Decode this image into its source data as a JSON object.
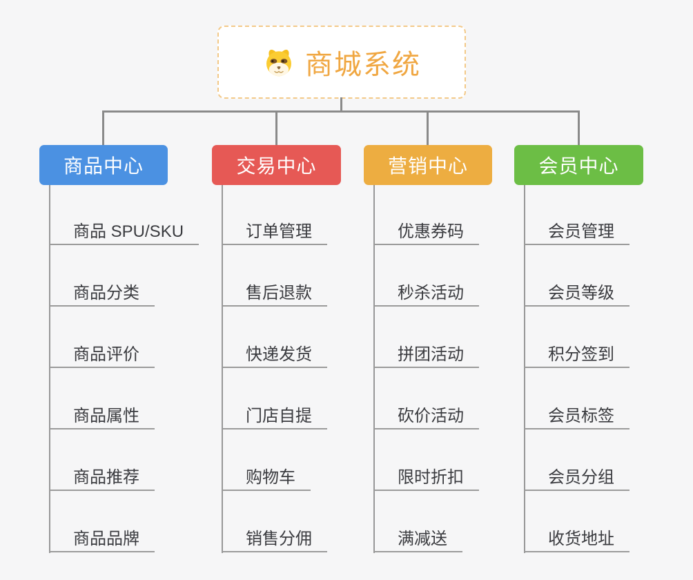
{
  "root": {
    "title": "商城系统",
    "icon": "dog-face-icon",
    "border_color": "#F3C988",
    "text_color": "#F0A742",
    "background": "#FFFFFF"
  },
  "connector_color": "#8A8A8A",
  "background_color": "#F6F6F7",
  "leaf_text_color": "#3A3B3F",
  "leaf_line_color": "#9A9A9A",
  "branches": [
    {
      "label": "商品中心",
      "color": "#4B91E2",
      "items": [
        "商品 SPU/SKU",
        "商品分类",
        "商品评价",
        "商品属性",
        "商品推荐",
        "商品品牌"
      ]
    },
    {
      "label": "交易中心",
      "color": "#E65955",
      "items": [
        "订单管理",
        "售后退款",
        "快递发货",
        "门店自提",
        "购物车",
        "销售分佣"
      ]
    },
    {
      "label": "营销中心",
      "color": "#EDAD41",
      "items": [
        "优惠券码",
        "秒杀活动",
        "拼团活动",
        "砍价活动",
        "限时折扣",
        "满减送"
      ]
    },
    {
      "label": "会员中心",
      "color": "#6CBE45",
      "items": [
        "会员管理",
        "会员等级",
        "积分签到",
        "会员标签",
        "会员分组",
        "收货地址"
      ]
    }
  ]
}
